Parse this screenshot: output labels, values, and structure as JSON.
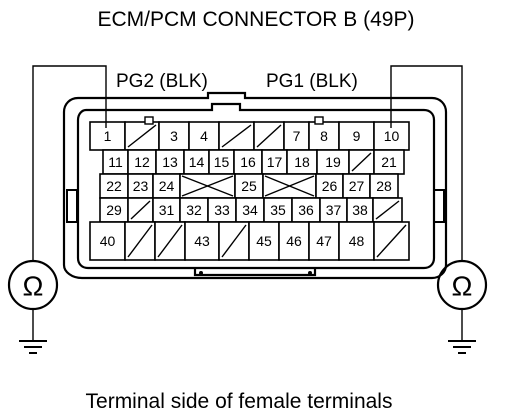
{
  "title": "ECM/PCM CONNECTOR B (49P)",
  "caption": "Terminal side of female terminals",
  "probe_labels": {
    "left": "PG2 (BLK)",
    "right": "PG1 (BLK)"
  },
  "meter_symbol": "Ω",
  "rows": [
    [
      "1",
      "/",
      "3",
      "4",
      "/",
      "/",
      "7",
      "8",
      "9",
      "10"
    ],
    [
      "11",
      "12",
      "13",
      "14",
      "15",
      "16",
      "17",
      "18",
      "19",
      "/",
      "21"
    ],
    [
      "22",
      "23",
      "24",
      "X",
      "25",
      "X",
      "26",
      "27",
      "28"
    ],
    [
      "29",
      "/",
      "31",
      "32",
      "33",
      "34",
      "35",
      "36",
      "37",
      "38",
      "/"
    ],
    [
      "40",
      "/",
      "/",
      "43",
      "/",
      "45",
      "46",
      "47",
      "48",
      "/"
    ]
  ],
  "colors": {
    "line": "#000000",
    "background": "#ffffff"
  }
}
